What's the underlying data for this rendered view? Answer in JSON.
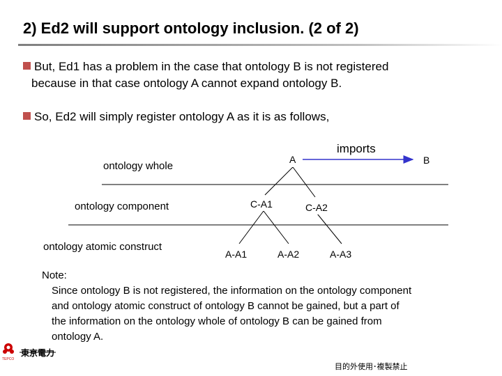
{
  "slide": {
    "title": "2) Ed2 will support ontology inclusion. (2 of 2)"
  },
  "bullets": [
    {
      "line1": "But, Ed1 has a problem in the case that ontology B is not registered",
      "line2": "because in that case ontology A cannot expand ontology B."
    },
    {
      "line1": "So, Ed2 will simply register ontology A as it is as follows,"
    }
  ],
  "diagram": {
    "levels": {
      "whole": "ontology whole",
      "component": "ontology component",
      "atomic": "ontology atomic construct"
    },
    "nodes": {
      "a": "A",
      "b": "B",
      "c_a1": "C-A1",
      "c_a2": "C-A2",
      "a_a1": "A-A1",
      "a_a2": "A-A2",
      "a_a3": "A-A3"
    },
    "imports_label": "imports",
    "colors": {
      "imports_arrow": "#3333cc",
      "bullet": "#c0504d"
    }
  },
  "note": {
    "heading": "Note:",
    "lines": [
      "Since ontology B is not registered, the information on the ontology component",
      "and ontology atomic construct of ontology B cannot be gained, but a part of",
      "the information on the ontology whole of ontology B can be gained from",
      "ontology A."
    ]
  },
  "branding": {
    "company": "東京電力",
    "sub": "TEPCO"
  },
  "footer": {
    "text": "目的外使用･複製禁止"
  }
}
